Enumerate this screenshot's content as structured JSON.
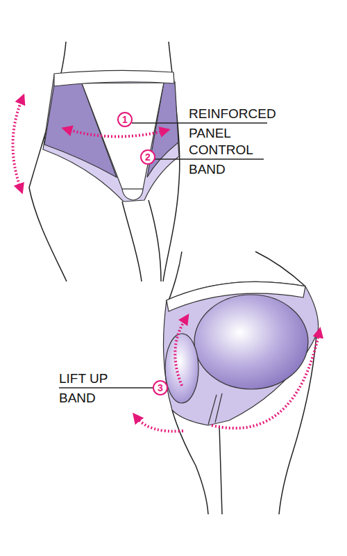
{
  "diagram": {
    "nodes": [
      {
        "text": [
          "1"
        ]
      },
      {
        "text": [
          "2"
        ]
      },
      {
        "text": [
          "3"
        ]
      }
    ],
    "labels": [
      "REINFORCED PANEL",
      "CONTROL BAND",
      "LIFT UP BAND"
    ]
  }
}
